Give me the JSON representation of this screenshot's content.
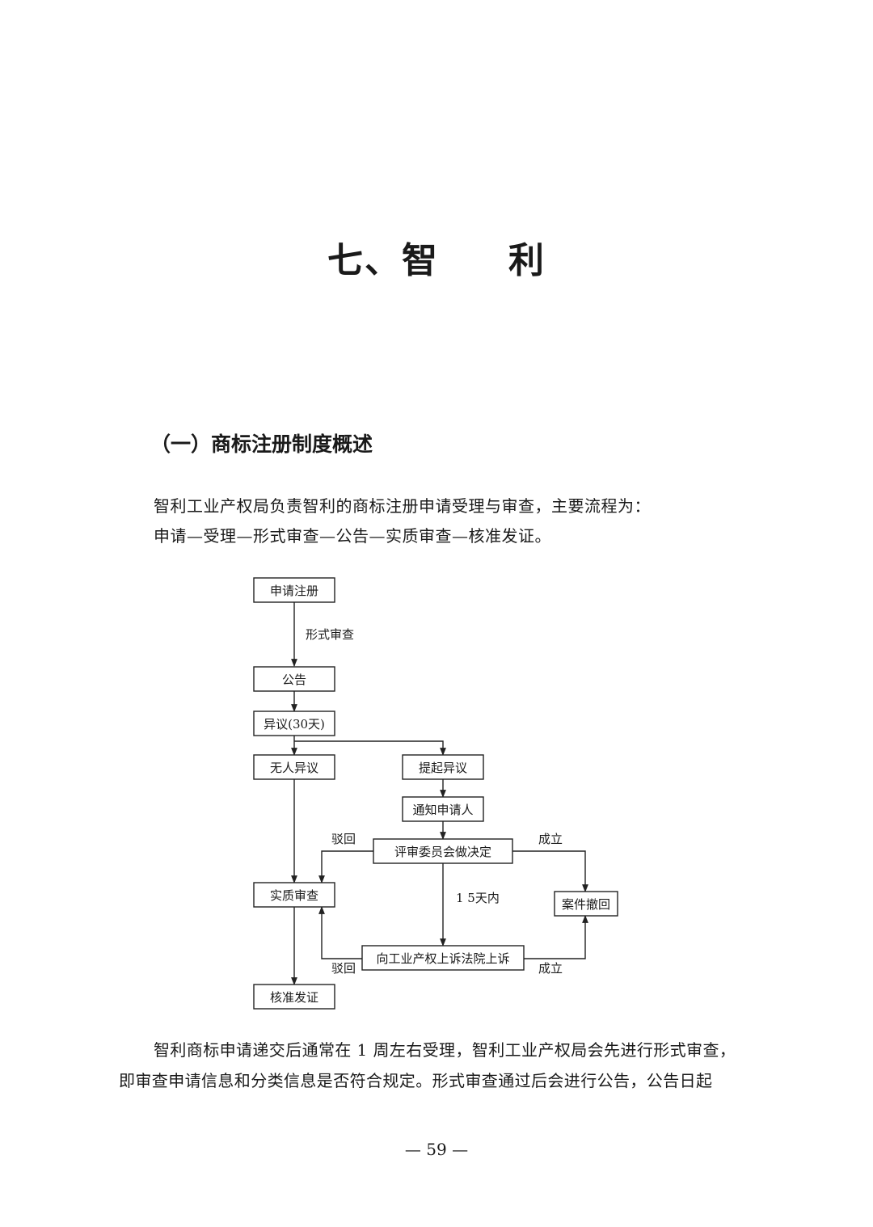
{
  "chapter": {
    "title_left": "七、智",
    "title_right": "利"
  },
  "section": {
    "heading": "（一）商标注册制度概述"
  },
  "intro": {
    "line1": "智利工业产权局负责智利的商标注册申请受理与审查，主要流程为：",
    "line2": "申请—受理—形式审查—公告—实质审查—核准发证。"
  },
  "flowchart": {
    "nodes": {
      "apply": "申请注册",
      "announce": "公告",
      "opposition": "异议(30天)",
      "no_opposition": "无人异议",
      "file_opposition": "提起异议",
      "notify": "通知申请人",
      "committee": "评审委员会做决定",
      "substantive": "实质审查",
      "withdrawn": "案件撤回",
      "court": "向工业产权上诉法院上诉",
      "approve": "核准发证"
    },
    "labels": {
      "formal_exam": "形式审查",
      "rejected_1": "驳回",
      "upheld_1": "成立",
      "within_15_days": "1 5天内",
      "rejected_2": "驳回",
      "upheld_2": "成立"
    }
  },
  "body": {
    "line1": "智利商标申请递交后通常在 1 周左右受理，智利工业产权局会先进行形式审查，",
    "line2": "即审查申请信息和分类信息是否符合规定。形式审查通过后会进行公告，公告日起"
  },
  "footer": {
    "page_number": "— 59 —"
  }
}
